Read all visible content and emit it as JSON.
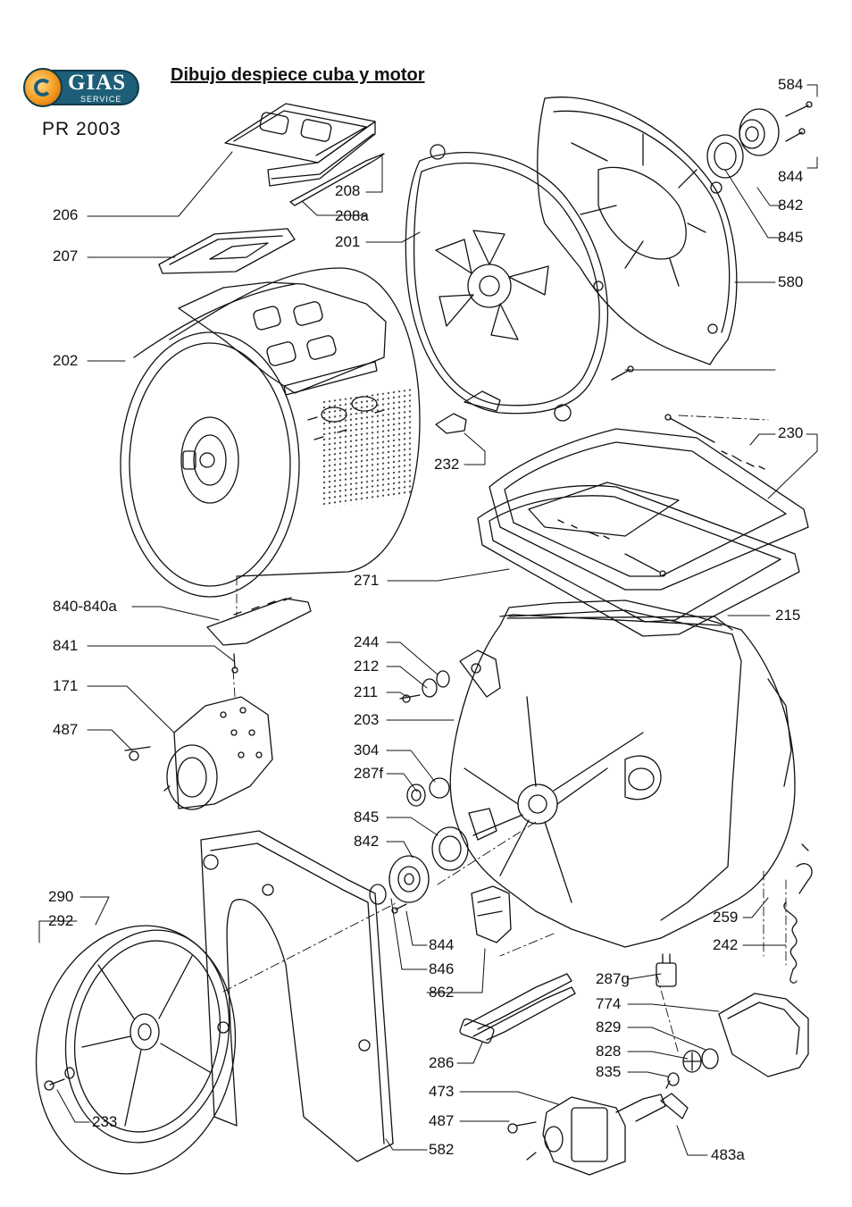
{
  "header": {
    "brand": "GIAS",
    "brand_sub": "SERVICE",
    "model": "PR 2003",
    "title": "Dibujo despiece cuba y motor"
  },
  "labels": {
    "l584": "584",
    "l844a": "844",
    "l842a": "842",
    "l845a": "845",
    "l580": "580",
    "l206": "206",
    "l208": "208",
    "l208a": "208a",
    "l201": "201",
    "l207": "207",
    "l202": "202",
    "l232": "232",
    "l230": "230",
    "l271": "271",
    "l215": "215",
    "l840": "840-840a",
    "l841": "841",
    "l171": "171",
    "l487a": "487",
    "l244": "244",
    "l212": "212",
    "l211": "211",
    "l203": "203",
    "l304": "304",
    "l287f": "287f",
    "l845b": "845",
    "l842b": "842",
    "l290": "290",
    "l292": "292",
    "l844b": "844",
    "l846": "846",
    "l862": "862",
    "l259": "259",
    "l242": "242",
    "l287g": "287g",
    "l774": "774",
    "l829": "829",
    "l828": "828",
    "l286": "286",
    "l835": "835",
    "l473": "473",
    "l487b": "487",
    "l233": "233",
    "l582": "582",
    "l483a": "483a"
  }
}
